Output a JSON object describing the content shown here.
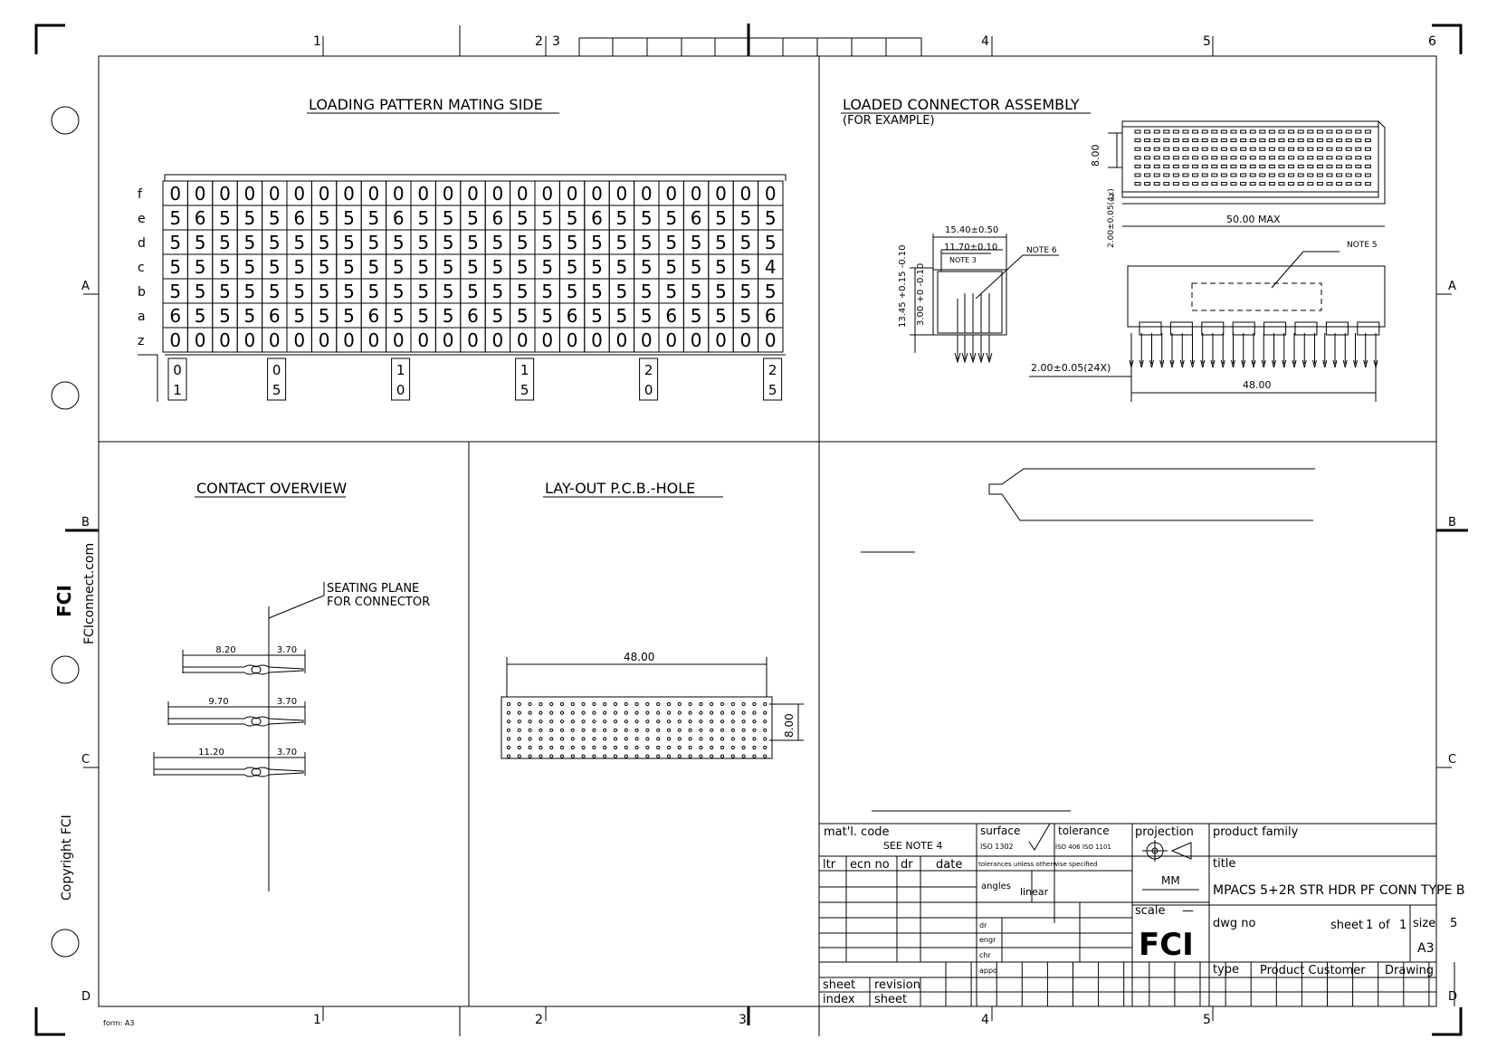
{
  "border": {
    "top_zones": [
      "1",
      "2",
      "3",
      "4",
      "5",
      "6"
    ],
    "bottom_zones": [
      "1",
      "2",
      "3",
      "4",
      "5"
    ],
    "side_zones": [
      "A",
      "B",
      "C",
      "D"
    ],
    "form_label": "form: A3",
    "side_website": "FCIconnect.com",
    "side_copyright": "Copyright FCI",
    "logo_text": "FCI"
  },
  "loading_pattern": {
    "title": "LOADING PATTERN MATING SIDE",
    "row_labels": [
      "f",
      "e",
      "d",
      "c",
      "b",
      "a",
      "z"
    ],
    "rows": [
      "0000000000000000000000000",
      "5655565556555655565556555",
      "5555555555555555555555555",
      "5555555555555555555555554",
      "5555555555555555555555555",
      "6555655565556555655565556",
      "0000000000000000000000000"
    ],
    "columns": [
      {
        "top": "0",
        "bottom": "1"
      },
      {
        "top": "0",
        "bottom": "5"
      },
      {
        "top": "1",
        "bottom": "0"
      },
      {
        "top": "1",
        "bottom": "5"
      },
      {
        "top": "2",
        "bottom": "0"
      },
      {
        "top": "2",
        "bottom": "5"
      }
    ]
  },
  "assembly": {
    "title": "LOADED CONNECTOR ASSEMBLY",
    "subtitle": "(FOR EXAMPLE)",
    "dim_15_40": "15.40±0.50",
    "dim_11_70": "11.70±0.10",
    "note3": "NOTE 3",
    "note6": "NOTE 6",
    "note5": "NOTE 5",
    "dim_13_45": "13.45 +0.15 -0.10",
    "dim_3_00": "3.00 +0 -0.10",
    "dim_8_00": "8.00",
    "dim_2_00_4x": "2.00±0.05(4x)",
    "dim_50_max": "50.00 MAX",
    "dim_2_00_24x": "2.00±0.05(24X)",
    "dim_48": "48.00"
  },
  "contact_overview": {
    "title": "CONTACT OVERVIEW",
    "seating_1": "SEATING PLANE",
    "seating_2": "FOR CONNECTOR",
    "contacts": [
      {
        "left": "8.20",
        "right": "3.70"
      },
      {
        "left": "9.70",
        "right": "3.70"
      },
      {
        "left": "11.20",
        "right": "3.70"
      }
    ]
  },
  "pcb": {
    "title": "LAY-OUT P.C.B.-HOLE",
    "width": "48.00",
    "height": "8.00"
  },
  "title_block": {
    "matl_code": "mat'l. code",
    "see_note": "SEE NOTE 4",
    "surface": "surface",
    "iso1302": "ISO 1302",
    "tolerance": "tolerance",
    "iso406": "ISO 406 ISO 1101",
    "projection": "projection",
    "product_family": "product family",
    "ltr": "ltr",
    "ecn_no": "ecn no",
    "dr": "dr",
    "date": "date",
    "tol_unless": "tolerances unless otherwise specified",
    "angles": "angles",
    "linear": "linear",
    "mm": "MM",
    "scale": "scale",
    "scale_val": "—",
    "title_label": "title",
    "title_value": "MPACS 5+2R STR HDR PF CONN TYPE B",
    "dwg_no": "dwg no",
    "sheet": "sheet",
    "sheet_num": "1",
    "of": "of",
    "sheet_total": "1",
    "size": "size",
    "size_val": "A3",
    "sig_dr": "dr",
    "sig_engr": "engr",
    "sig_chr": "chr",
    "sig_appd": "appd",
    "type": "type",
    "type_value": "Product Customer",
    "drawing": "Drawing",
    "sheet_index_1": "sheet",
    "sheet_index_2": "index",
    "revision_1": "revision",
    "revision_2": "sheet",
    "right_num": "5"
  }
}
